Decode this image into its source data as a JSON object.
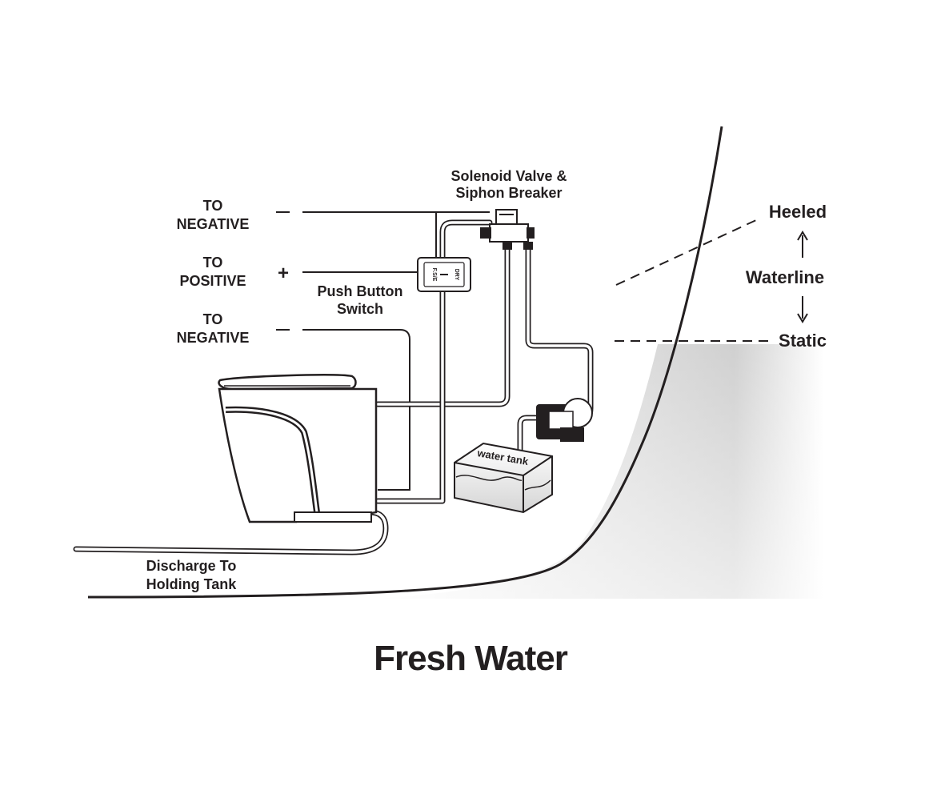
{
  "title": "Fresh Water",
  "labels": {
    "to_negative_top_1": "TO",
    "to_negative_top_2": "NEGATIVE",
    "to_positive_1": "TO",
    "to_positive_2": "POSITIVE",
    "to_negative_bottom_1": "TO",
    "to_negative_bottom_2": "NEGATIVE",
    "plus_sign": "+",
    "solenoid_1": "Solenoid Valve &",
    "solenoid_2": "Siphon Breaker",
    "push_button_1": "Push Button",
    "push_button_2": "Switch",
    "heeled": "Heeled",
    "waterline": "Waterline",
    "static": "Static",
    "water_tank": "water tank",
    "discharge_1": "Discharge To",
    "discharge_2": "Holding Tank"
  },
  "switch_face": {
    "left": "F.S/E",
    "right": "DRY"
  },
  "colors": {
    "ink": "#231f20",
    "water_shade": "#d9d9d9",
    "background": "#ffffff"
  }
}
